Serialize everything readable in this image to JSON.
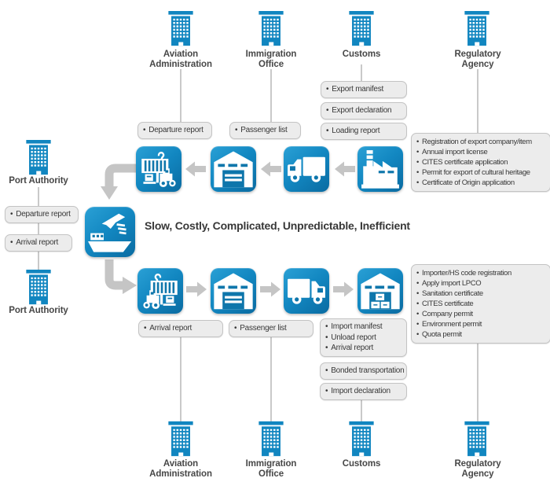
{
  "slogan": "Slow, Costly, Complicated, Unpredictable, Inefficient",
  "colors": {
    "tile_blue": "#1287c1",
    "tile_blue_light": "#2aa0d5",
    "tile_blue_dark": "#0a6ba1",
    "arrow_gray": "#c5c5c5",
    "box_fill": "#ececec",
    "box_border": "#c3c3c3",
    "text": "#383838"
  },
  "agencies": {
    "top": [
      {
        "label": "Aviation\nAdministration"
      },
      {
        "label": "Immigration\nOffice"
      },
      {
        "label": "Customs"
      },
      {
        "label": "Regulatory\nAgency"
      }
    ],
    "bottom": [
      {
        "label": "Aviation\nAdministration"
      },
      {
        "label": "Immigration\nOffice"
      },
      {
        "label": "Customs"
      },
      {
        "label": "Regulatory\nAgency"
      }
    ],
    "port_top": {
      "label": "Port Authority"
    },
    "port_bottom": {
      "label": "Port Authority"
    }
  },
  "documents": {
    "aviation_departure_top": [
      "Departure report"
    ],
    "immigration_passenger_top": [
      "Passenger list"
    ],
    "customs_export": [
      [
        "Export manifest"
      ],
      [
        "Export declaration"
      ],
      [
        "Loading report"
      ]
    ],
    "regulatory_export": [
      "Registration of export company/item",
      "Annual import license",
      "CITES certificate application",
      "Permit for export of cultural heritage",
      "Certificate of Origin application"
    ],
    "port_departure": [
      "Departure report"
    ],
    "port_arrival": [
      "Arrival report"
    ],
    "aviation_arrival_bottom": [
      "Arrival report"
    ],
    "immigration_passenger_bottom": [
      "Passenger list"
    ],
    "customs_import_reports": [
      "Import manifest",
      "Unload report",
      "Arrival report"
    ],
    "customs_bonded": [
      "Bonded transportation"
    ],
    "customs_import_declaration": [
      "Import declaration"
    ],
    "regulatory_import": [
      "Importer/HS code registration",
      "Apply import LPCO",
      "Sanitation certificate",
      "CITES certificate",
      "Company permit",
      "Environment permit",
      "Quota permit"
    ]
  },
  "flow": {
    "hub_icon": "ship-and-plane",
    "export_steps": [
      "factory",
      "truck",
      "warehouse",
      "container-forklift"
    ],
    "export_direction": "right-to-left",
    "import_steps": [
      "container-forklift",
      "warehouse",
      "truck",
      "warehouse-storage"
    ],
    "import_direction": "left-to-right"
  }
}
